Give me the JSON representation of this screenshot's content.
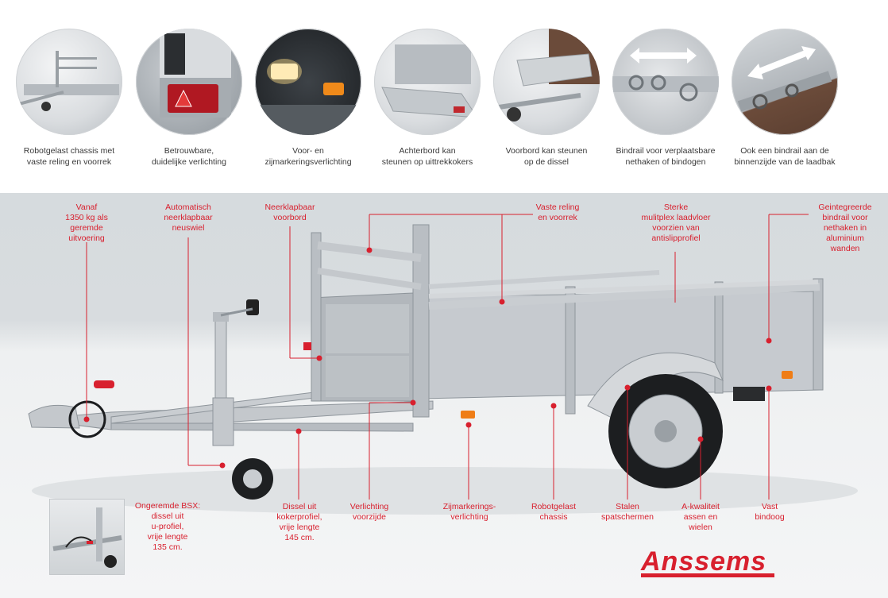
{
  "features": [
    {
      "caption": "Robotgelast chassis met\nvaste reling en voorrek",
      "icon": "trailer-chassis-photo"
    },
    {
      "caption": "Betrouwbare,\nduidelijke verlichting",
      "icon": "rear-light-photo"
    },
    {
      "caption": "Voor- en\nzijmarkeringsverlichting",
      "icon": "marker-light-photo"
    },
    {
      "caption": "Achterbord kan\nsteunen op uittrekkokers",
      "icon": "tailboard-photo"
    },
    {
      "caption": "Voorbord kan steunen\nop de dissel",
      "icon": "frontboard-photo"
    },
    {
      "caption": "Bindrail voor verplaatsbare\nnethaken of bindogen",
      "icon": "bindrail-photo"
    },
    {
      "caption": "Ook een bindrail aan de\nbinnenzijde van de laadbak",
      "icon": "inner-bindrail-photo"
    }
  ],
  "callouts": {
    "vanaf": "Vanaf\n1350 kg als\ngeremde\nuitvoering",
    "neuswiel": "Automatisch\nneerklapbaar\nneuswiel",
    "voorbord": "Neerklapbaar\nvoorbord",
    "reling": "Vaste reling\nen voorrek",
    "laadvloer": "Sterke\nmulitplex laadvloer\nvoorzien van\nantislipprofiel",
    "bindrail": "Geintegreerde\nbindrail voor\nnethaken in\naluminium\nwanden",
    "dissel": "Dissel uit\nkokerprofiel,\nvrije lengte\n145 cm.",
    "verlichting": "Verlichting\nvoorzijde",
    "zijmarkering": "Zijmarkerings-\nverlichting",
    "chassis": "Robotgelast\nchassis",
    "spatschermen": "Stalen\nspatschermen",
    "assen": "A-kwaliteit\nassen en\nwielen",
    "bindoog": "Vast\nbindoog"
  },
  "inset": {
    "label": "Ongeremde BSX:\ndissel uit\nu-profiel,\nvrije lengte\n135 cm."
  },
  "brand": {
    "name": "Anssems",
    "color": "#d8202e"
  },
  "colors": {
    "accent": "#d8202e",
    "text": "#3a3a3a",
    "steel": "#c9cdd1"
  }
}
